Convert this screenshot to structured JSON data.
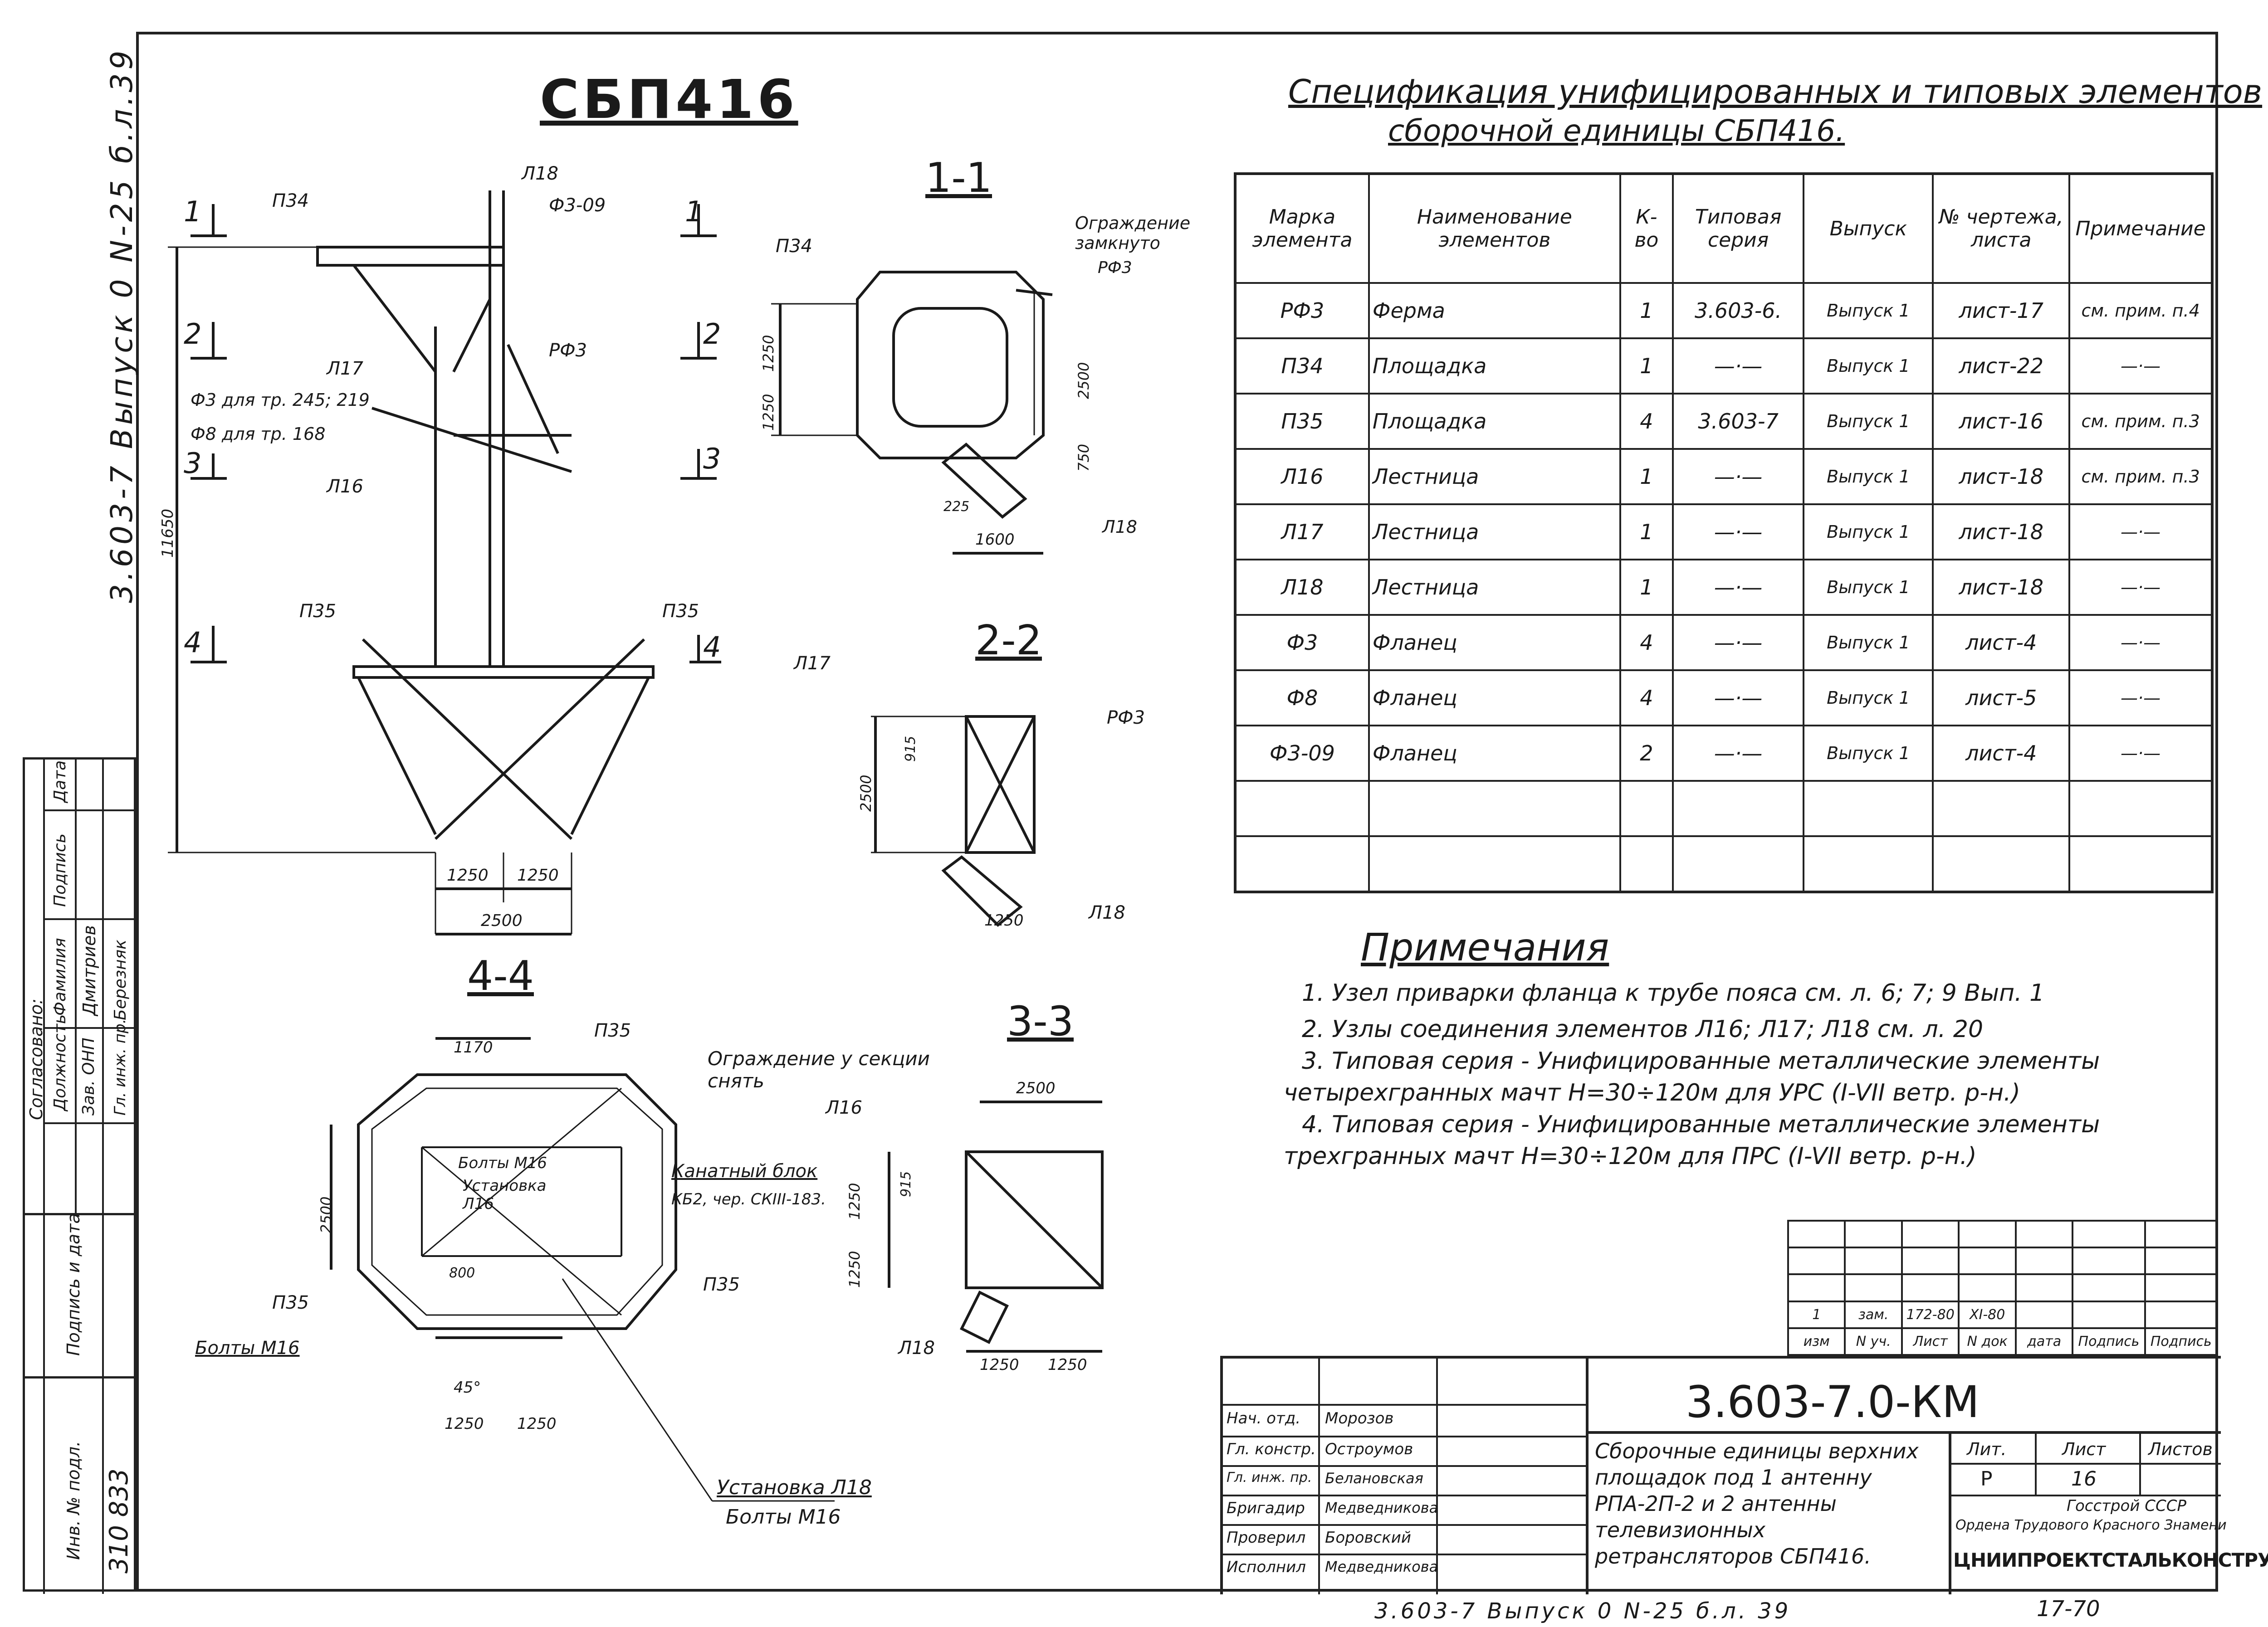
{
  "drawing": {
    "title": "СБП416",
    "corner_code": "3.603-7 Выпуск 0 N-25 б.л.39",
    "bottom_code": "3.603-7 Выпуск 0 N-25 б.л. 39",
    "bottom_number": "17-70",
    "archive_number": "310 833"
  },
  "sections": {
    "s11": "1-1",
    "s22": "2-2",
    "s33": "3-3",
    "s44": "4-4",
    "m1": "1",
    "m2": "2",
    "m3": "3",
    "m4": "4"
  },
  "elevation_labels": {
    "p34": "П34",
    "l18": "Л18",
    "f3_09": "Ф3-09",
    "l17": "Л17",
    "rf3": "РФ3",
    "f3_note": "Ф3 для тр. 245; 219",
    "f8_note": "Ф8 для тр. 168",
    "l16": "Л16",
    "p35_left": "П35",
    "p35_right": "П35",
    "height": "11650",
    "w1": "1250",
    "w2": "1250",
    "w_total": "2500"
  },
  "s11_labels": {
    "p34": "П34",
    "fence": "Ограждение замкнуто",
    "rf3": "РФ3",
    "d1250a": "1250",
    "d1250b": "1250",
    "d2500": "2500",
    "d750": "750",
    "d225": "225",
    "d1600": "1600",
    "l18": "Л18"
  },
  "s22_labels": {
    "l17": "Л17",
    "rf3": "РФ3",
    "d915": "915",
    "d2500": "2500",
    "d1250": "1250",
    "l18": "Л18"
  },
  "s33_labels": {
    "d2500": "2500",
    "l16": "Л16",
    "d915": "915",
    "d1250a": "1250",
    "d1250b": "1250",
    "l18": "Л18",
    "w1": "1250",
    "w2": "1250"
  },
  "s44_labels": {
    "d1170": "1170",
    "p35_top": "П35",
    "fence": "Ограждение у секции снять",
    "bolts_m16": "Болты М16",
    "inst_l16": "Установка Л16",
    "rope_block": "Канатный блок",
    "rope_ref": "КБ2, чер. СКIII-183.",
    "d2500": "2500",
    "d800": "800",
    "p35_left": "П35",
    "p35_right": "П35",
    "bolts_left": "Болты М16",
    "angle": "45°",
    "w1": "1250",
    "w2": "1250",
    "inst_l18": "Установка Л18",
    "bolts_bottom": "Болты М16"
  },
  "spec": {
    "title_line1": "Спецификация унифицированных и типовых элементов",
    "title_line2": "сборочной единицы СБП416.",
    "headers": [
      "Марка элемента",
      "Наименование элементов",
      "К-во",
      "Типовая серия",
      "Выпуск",
      "№ чертежа, листа",
      "Примечание"
    ],
    "rows": [
      [
        "РФ3",
        "Ферма",
        "1",
        "3.603-6.",
        "Выпуск 1",
        "лист-17",
        "см. прим. п.4"
      ],
      [
        "П34",
        "Площадка",
        "1",
        "—·—",
        "Выпуск 1",
        "лист-22",
        "—·—"
      ],
      [
        "П35",
        "Площадка",
        "4",
        "3.603-7",
        "Выпуск 1",
        "лист-16",
        "см. прим. п.3"
      ],
      [
        "Л16",
        "Лестница",
        "1",
        "—·—",
        "Выпуск 1",
        "лист-18",
        "см. прим. п.3"
      ],
      [
        "Л17",
        "Лестница",
        "1",
        "—·—",
        "Выпуск 1",
        "лист-18",
        "—·—"
      ],
      [
        "Л18",
        "Лестница",
        "1",
        "—·—",
        "Выпуск 1",
        "лист-18",
        "—·—"
      ],
      [
        "Ф3",
        "Фланец",
        "4",
        "—·—",
        "Выпуск 1",
        "лист-4",
        "—·—"
      ],
      [
        "Ф8",
        "Фланец",
        "4",
        "—·—",
        "Выпуск 1",
        "лист-5",
        "—·—"
      ],
      [
        "Ф3-09",
        "Фланец",
        "2",
        "—·—",
        "Выпуск 1",
        "лист-4",
        "—·—"
      ],
      [
        "",
        "",
        "",
        "",
        "",
        "",
        ""
      ],
      [
        "",
        "",
        "",
        "",
        "",
        "",
        ""
      ]
    ]
  },
  "notes": {
    "title": "Примечания",
    "n1": "1. Узел приварки фланца к трубе пояса см. л. 6; 7; 9 Вып. 1",
    "n2": "2. Узлы соединения элементов Л16; Л17; Л18 см. л. 20",
    "n3a": "3. Типовая серия - Унифицированные металлические элементы",
    "n3b": "четырехгранных мачт Н=30÷120м для УРС (I-VII ветр. р-н.)",
    "n4a": "4. Типовая серия - Унифицированные металлические элементы",
    "n4b": "трехгранных мачт Н=30÷120м для ПРС (I-VII ветр. р-н.)"
  },
  "revision": {
    "row": [
      "1",
      "зам.",
      "172-80",
      "XI-80",
      "",
      "",
      ""
    ],
    "labels": [
      "изм",
      "N уч.",
      "Лист",
      "N док",
      "дата",
      "Подпись",
      "Подпись"
    ]
  },
  "stamp": {
    "code": "3.603-7.0-КМ",
    "description": "Сборочные единицы верхних площадок под 1 антенну РПА-2П-2 и 2 антенны телевизионных ретрансляторов СБП416.",
    "lit_label": "Лит.",
    "sheet_label": "Лист",
    "sheets_label": "Листов",
    "lit": "Р",
    "sheet": "16",
    "sheets": "",
    "org1": "Госстрой СССР",
    "org2": "Ордена Трудового Красного Знамени",
    "org3": "ЦНИИПРОЕКТСТАЛЬКОНСТРУКЦИЯ",
    "roles": [
      "Нач. отд.",
      "Гл. констр.",
      "Гл. инж. пр.",
      "Бригадир",
      "Проверил",
      "Исполнил"
    ],
    "names": [
      "Морозов",
      "Остроумов",
      "Белановская",
      "Медведникова",
      "Боровский",
      "Медведникова"
    ]
  },
  "approval": {
    "agreed": "Согласовано:",
    "cols": [
      "Должность",
      "Фамилия",
      "Подпись",
      "Дата"
    ],
    "pos1": "Зав. ОНП",
    "name1": "Дмитриев",
    "pos2": "Гл. инж. пр.",
    "name2": "Березняк",
    "sign_date": "Подпись и дата",
    "inv": "Инв. № подл."
  }
}
